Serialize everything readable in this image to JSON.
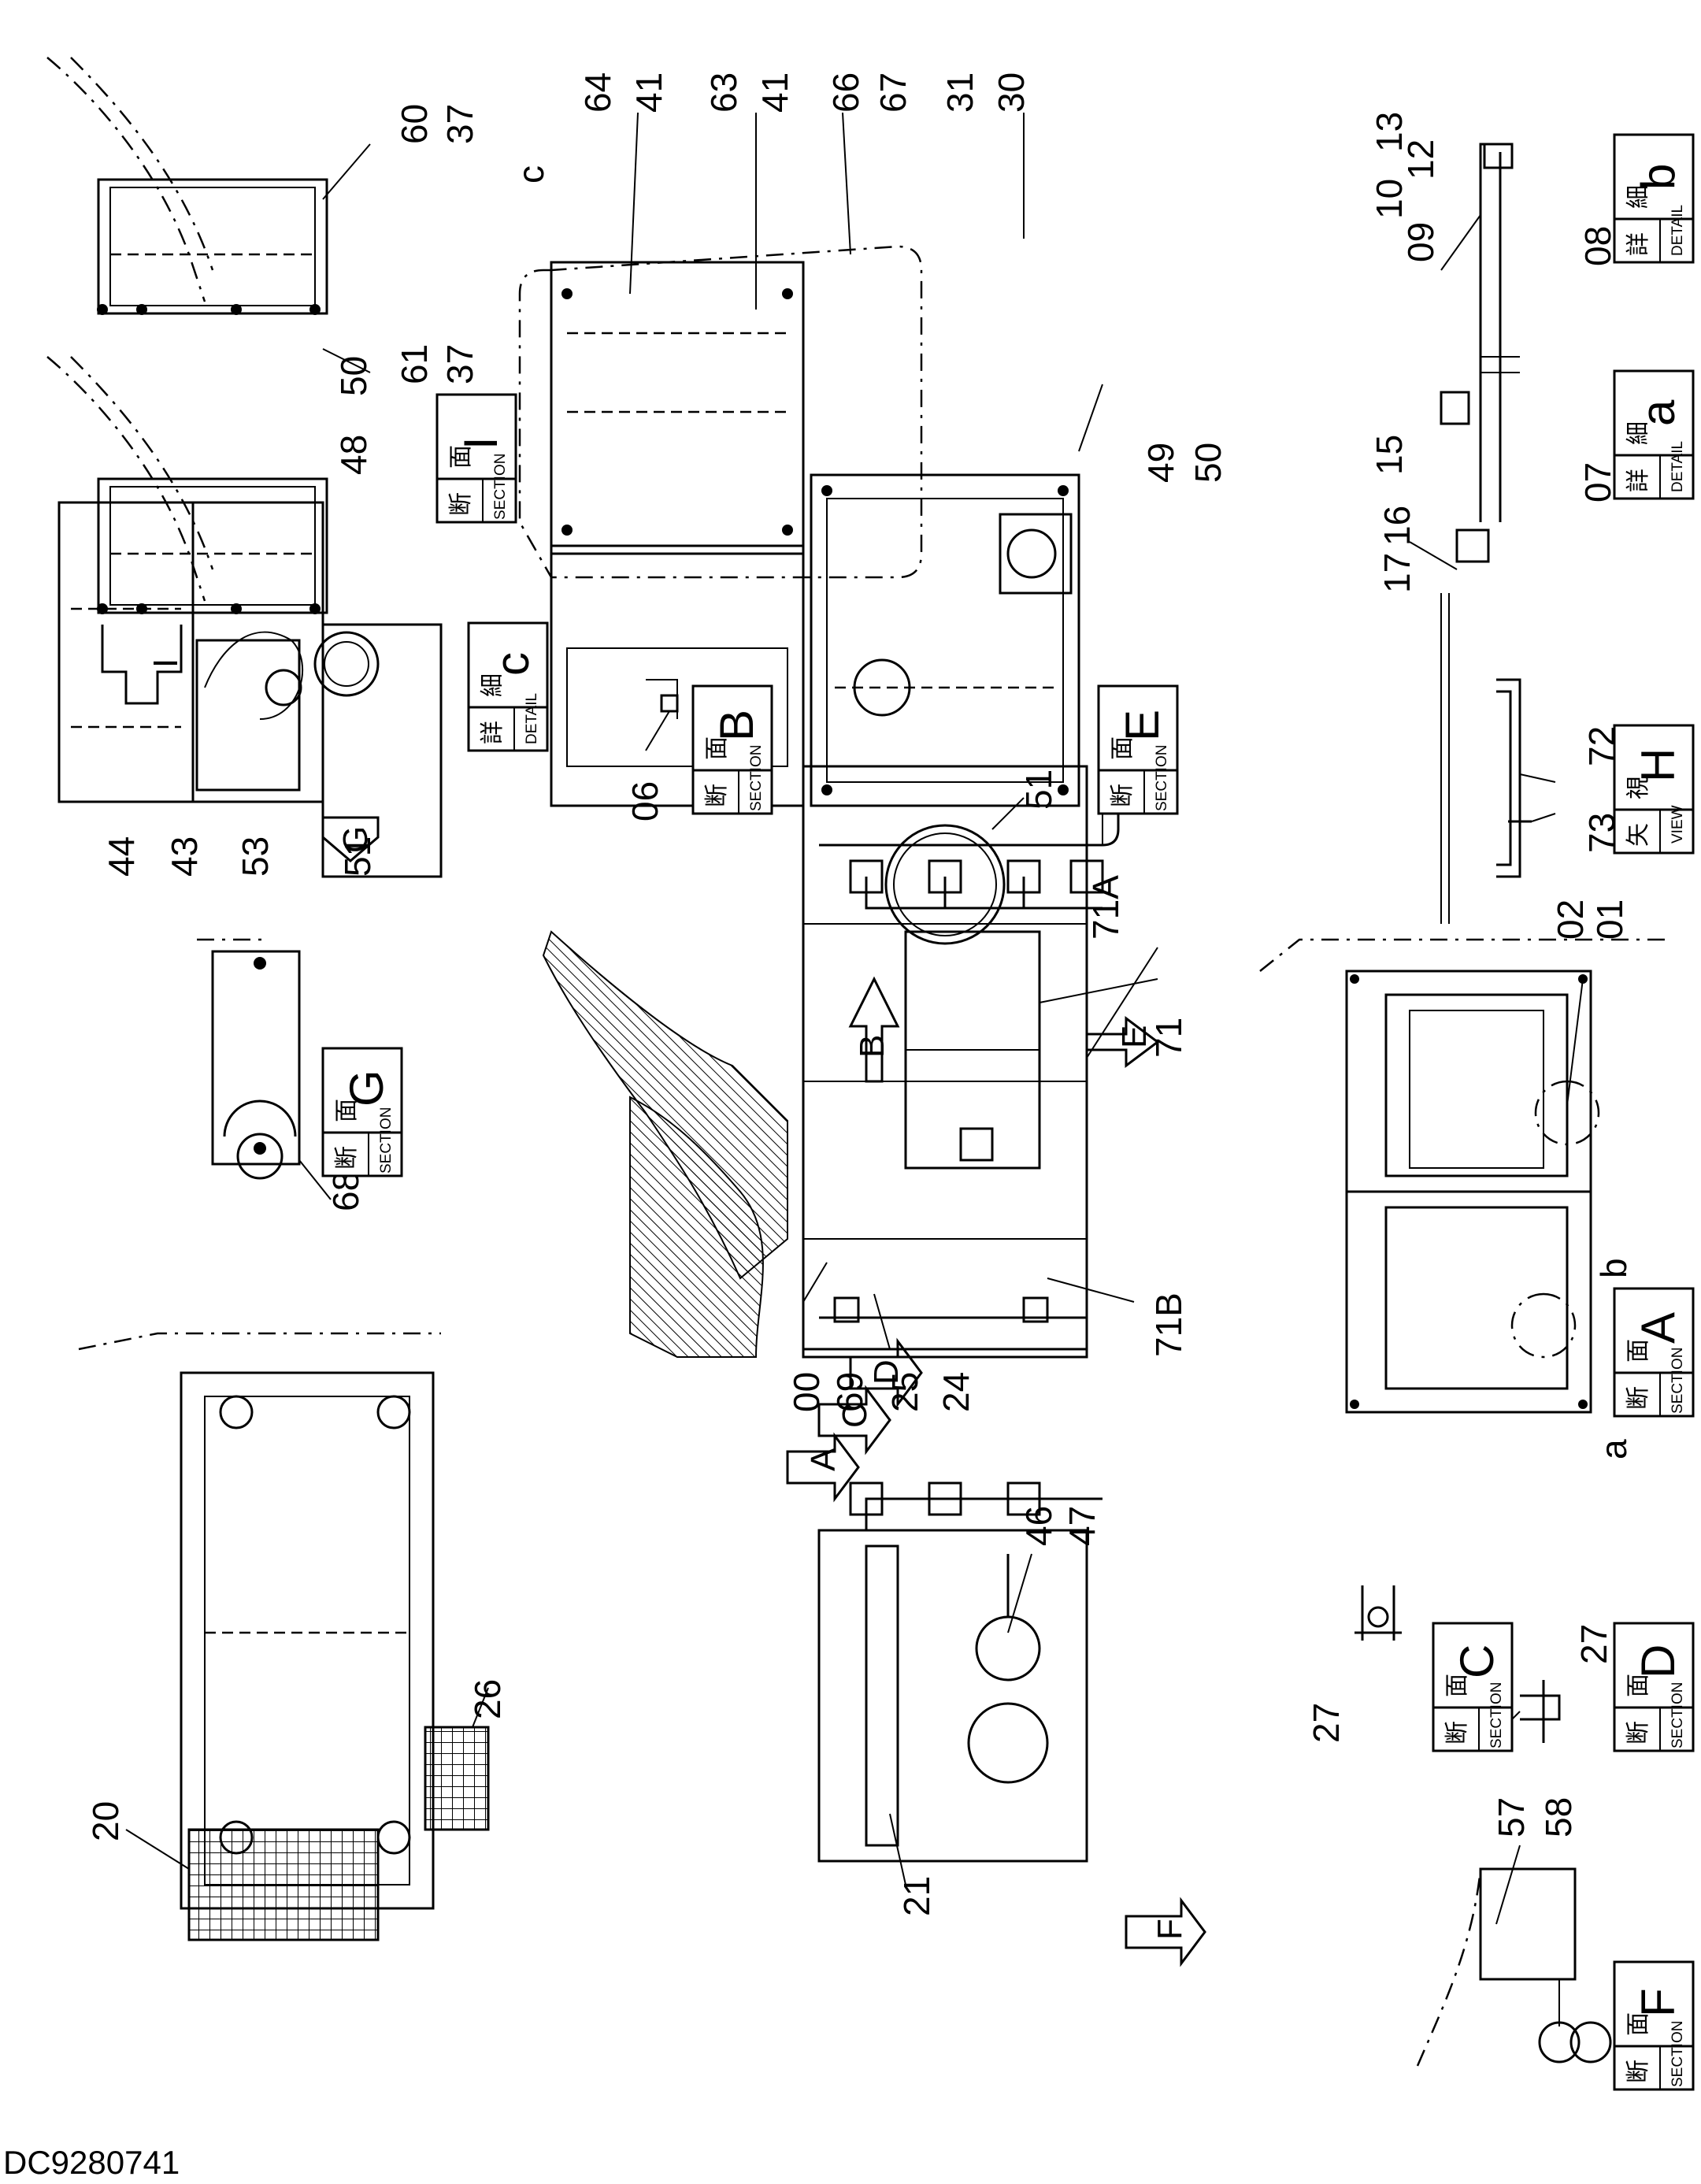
{
  "drawing_code": "DC9280741",
  "view_tags": [
    {
      "letter": "I",
      "jp": "断　面",
      "en": "SECTION"
    },
    {
      "letter": "c",
      "jp": "詳　細",
      "en": "DETAIL"
    },
    {
      "letter": "G",
      "jp": "断　面",
      "en": "SECTION"
    },
    {
      "letter": "B",
      "jp": "断　面",
      "en": "SECTION"
    },
    {
      "letter": "E",
      "jp": "断　面",
      "en": "SECTION"
    },
    {
      "letter": "b",
      "jp": "詳　細",
      "en": "DETAIL"
    },
    {
      "letter": "a",
      "jp": "詳　細",
      "en": "DETAIL"
    },
    {
      "letter": "H",
      "jp": "矢　視",
      "en": "VIEW"
    },
    {
      "letter": "A",
      "jp": "断　面",
      "en": "SECTION"
    },
    {
      "letter": "C",
      "jp": "断　面",
      "en": "SECTION"
    },
    {
      "letter": "D",
      "jp": "断　面",
      "en": "SECTION"
    },
    {
      "letter": "F",
      "jp": "断　面",
      "en": "SECTION"
    }
  ],
  "view_arrows": {
    "I": "I",
    "G": "G",
    "B": "B",
    "E": "E",
    "A": "A",
    "C": "C",
    "D": "D",
    "F": "F"
  },
  "detail_circles": {
    "c": "c",
    "a": "a",
    "b": "b"
  },
  "part_numbers": {
    "n60": "60",
    "n37a": "37",
    "n61": "61",
    "n37b": "37",
    "n50a": "50",
    "n48": "48",
    "n44": "44",
    "n43": "43",
    "n53": "53",
    "n51a": "51",
    "n64": "64",
    "n41a": "41",
    "n63": "63",
    "n41b": "41",
    "n66": "66",
    "n67": "67",
    "n31": "31",
    "n30": "30",
    "n49": "49",
    "n50b": "50",
    "n10": "10",
    "n09": "09",
    "n13": "13",
    "n12": "12",
    "n08": "08",
    "n15": "15",
    "n16": "16",
    "n17": "17",
    "n07": "07",
    "n06": "06",
    "n51b": "51",
    "n68": "68",
    "n72": "72",
    "n73": "73",
    "n71A": "71A",
    "n71": "71",
    "n71B": "71B",
    "n02": "02",
    "n01": "01",
    "n00": "00",
    "n69": "69",
    "n25": "25",
    "n24": "24",
    "n46": "46",
    "n47": "47",
    "n21": "21",
    "n27a": "27",
    "n27b": "27",
    "n20": "20",
    "n26": "26",
    "n57": "57",
    "n58": "58"
  }
}
